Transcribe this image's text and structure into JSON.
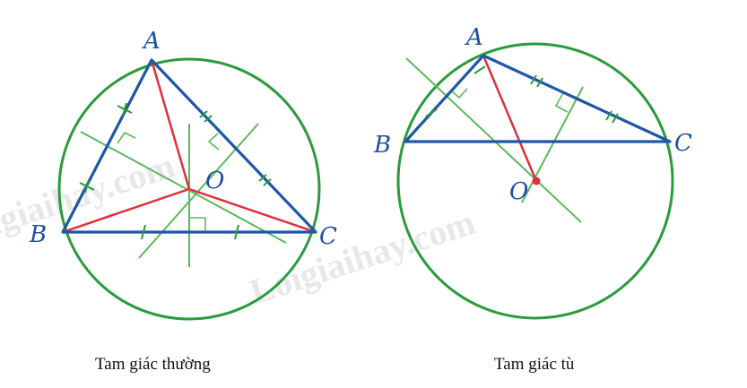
{
  "watermark": {
    "text": "Loigiaihay.com"
  },
  "colors": {
    "circle": "#2a9b3c",
    "side": "#1e56a8",
    "radius": "#e0303a",
    "bisector": "#5cb85c",
    "label": "#1e4fa1",
    "center_dot": "#e0303a"
  },
  "figures": [
    {
      "caption": "Tam giác thường",
      "labels": {
        "A": "A",
        "B": "B",
        "C": "C",
        "O": "O"
      }
    },
    {
      "caption": "Tam giác tù",
      "labels": {
        "A": "A",
        "B": "B",
        "C": "C",
        "O": "O"
      }
    }
  ]
}
